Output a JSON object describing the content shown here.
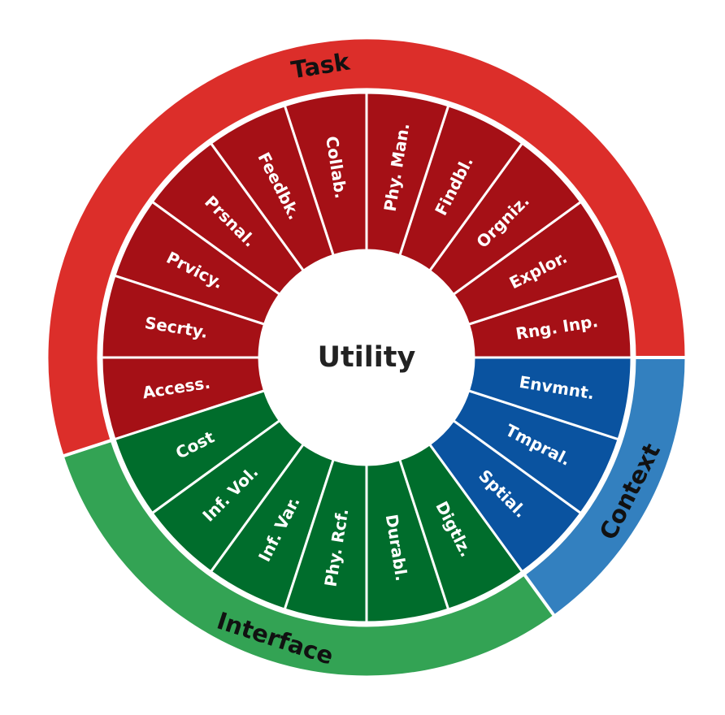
{
  "center": {
    "label": "Utility"
  },
  "colors": {
    "task_outer": "#dc2e2a",
    "task_inner": "#a51016",
    "context_outer": "#3380bf",
    "context_inner": "#0a53a0",
    "interface_outer": "#33a354",
    "interface_inner": "#006d2c",
    "separator": "#ffffff"
  },
  "categories": [
    {
      "key": "task",
      "label": "Task",
      "items": [
        "Rng. Inp.",
        "Explor.",
        "Orgniz.",
        "Findbl.",
        "Phy. Man.",
        "Collab.",
        "Feedbk.",
        "Prsnal.",
        "Prvicy.",
        "Secrty.",
        "Access."
      ]
    },
    {
      "key": "interface",
      "label": "Interface",
      "items": [
        "Cost",
        "Inf. Vol.",
        "Inf. Var.",
        "Phy. Rcf.",
        "Durabl.",
        "Digtlz."
      ]
    },
    {
      "key": "context",
      "label": "Context",
      "items": [
        "Sptial.",
        "Tmpral.",
        "Envmnt."
      ]
    }
  ]
}
